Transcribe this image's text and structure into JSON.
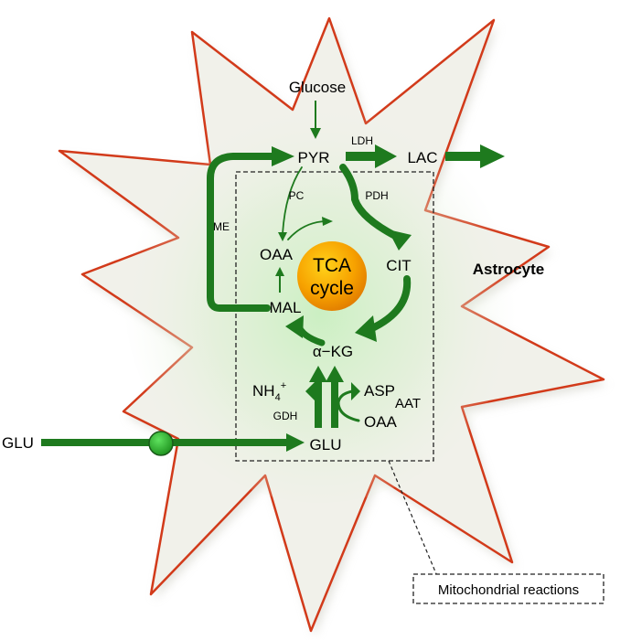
{
  "cell_name": "Astrocyte",
  "metabolites": {
    "glucose": "Glucose",
    "pyr": "PYR",
    "lac": "LAC",
    "oaa_top": "OAA",
    "cit": "CIT",
    "mal": "MAL",
    "akg": "α−KG",
    "nh4": "NH",
    "nh4_sub": "4",
    "nh4_sup": "+",
    "asp": "ASP",
    "oaa_bottom": "OAA",
    "glu_in": "GLU",
    "glu_ext": "GLU"
  },
  "enzymes": {
    "ldh": "LDH",
    "pc": "PC",
    "pdh": "PDH",
    "me": "ME",
    "gdh": "GDH",
    "aat": "AAT"
  },
  "tca": {
    "line1": "TCA",
    "line2": "cycle"
  },
  "mito_label": "Mitochondrial reactions",
  "colors": {
    "arrow": "#1e7a1e",
    "membrane": "#d23a1a",
    "cell_fill": "#f1f1ea",
    "tca_fill": "#f59a00",
    "transporter": "#2fb52f"
  }
}
